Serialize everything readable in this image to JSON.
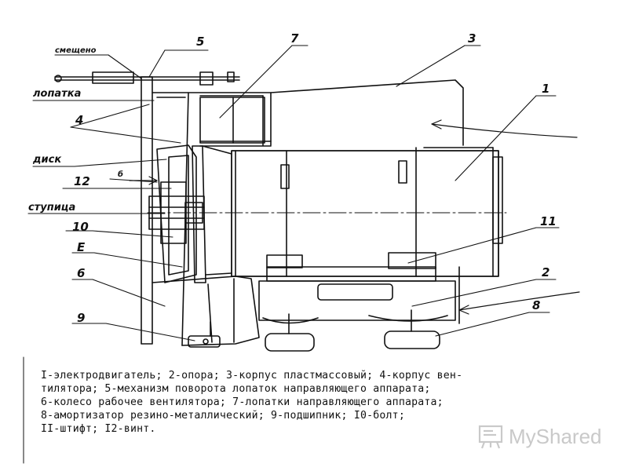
{
  "labels": {
    "smeshcheno": "смещено",
    "lopatka": "лопатка",
    "disk": "диск",
    "stupitsa": "ступица",
    "n5": "5",
    "n7": "7",
    "n3": "3",
    "n1": "1",
    "n4": "4",
    "b": "б",
    "n12": "12",
    "n10": "10",
    "E": "Е",
    "n6": "6",
    "n9": "9",
    "n11": "11",
    "n2": "2",
    "n8": "8"
  },
  "caption": {
    "line1": "I-электродвигатель; 2-опора; 3-корпус пластмассовый; 4-корпус вен-",
    "line2": "тилятора; 5-механизм поворота лопаток направляющего аппарата;",
    "line3": "6-колесо рабочее вентилятора; 7-лопатки направляющего аппарата;",
    "line4": "8-амортизатор резино-металлический; 9-подшипник; I0-болт;",
    "line5": "II-штифт; I2-винт."
  },
  "watermark": {
    "text": "MyShared",
    "color": "#c9c9c9",
    "icon": "presentation-board-icon"
  }
}
